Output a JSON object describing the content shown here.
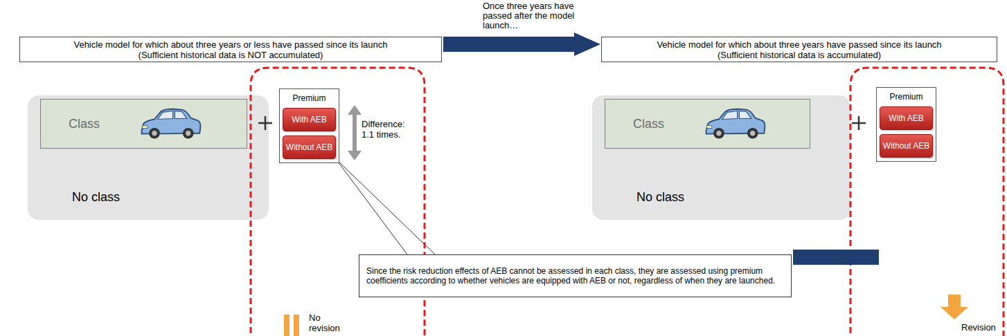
{
  "diagram": {
    "nodes": [
      {
        "text": [
          "Vehicle model for which about three years or less have passed since its launch",
          "(Sufficient historical data is NOT accumulated)"
        ]
      },
      {
        "text": [
          "Vehicle model for which about three years have passed since its launch",
          "(Sufficient historical data is accumulated)"
        ]
      },
      {
        "text": [
          "No class"
        ]
      },
      {
        "text": [
          "Class"
        ],
        "in": 2
      },
      {
        "text": [
          "Premium"
        ]
      },
      {
        "text": [
          "With AEB"
        ],
        "in": 4
      },
      {
        "text": [
          "Without AEB"
        ],
        "in": 4
      },
      {
        "text": [
          "No class"
        ]
      },
      {
        "text": [
          "Class"
        ],
        "in": 7
      },
      {
        "text": [
          "Premium"
        ]
      },
      {
        "text": [
          "With AEB"
        ],
        "in": 9
      },
      {
        "text": [
          "Without AEB"
        ],
        "in": 9
      },
      {
        "text": [
          "Since the risk reduction effects of AEB cannot be assessed in each class, they are assessed using premium coefficients according to whether vehicles are equipped with AEB or not, regardless of when they are launched."
        ]
      }
    ],
    "edges": [
      {
        "from": 0,
        "to": 1,
        "arrow": "to",
        "label": "Once three years have passed after the model launch…"
      },
      {
        "from": 12,
        "to": 6,
        "arrow": "none"
      },
      {
        "from": 12,
        "to": 11,
        "arrow": "none"
      }
    ],
    "labels": [
      "Difference: 1.1 times.",
      "No revision",
      "Revision"
    ]
  }
}
